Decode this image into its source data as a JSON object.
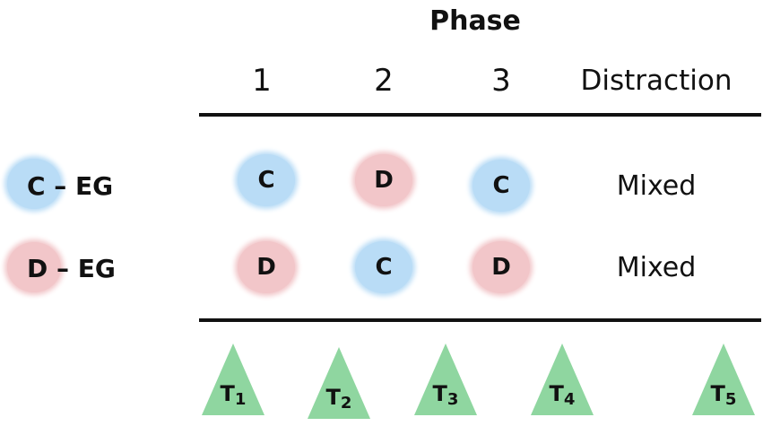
{
  "header": {
    "title": "Phase",
    "columns": [
      "1",
      "2",
      "3",
      "Distraction"
    ]
  },
  "rows": [
    {
      "group": "C – EG",
      "group_color": "#b9dcf6",
      "cells": [
        {
          "label": "C",
          "color": "#b9dcf6"
        },
        {
          "label": "D",
          "color": "#f2c6c9"
        },
        {
          "label": "C",
          "color": "#b9dcf6"
        }
      ],
      "distraction": "Mixed"
    },
    {
      "group": "D – EG",
      "group_color": "#f2c6c9",
      "cells": [
        {
          "label": "D",
          "color": "#f2c6c9"
        },
        {
          "label": "C",
          "color": "#b9dcf6"
        },
        {
          "label": "D",
          "color": "#f2c6c9"
        }
      ],
      "distraction": "Mixed"
    }
  ],
  "timepoints": {
    "color": "#8fd6a0",
    "items": [
      {
        "letter": "T",
        "index": "1"
      },
      {
        "letter": "T",
        "index": "2"
      },
      {
        "letter": "T",
        "index": "3"
      },
      {
        "letter": "T",
        "index": "4"
      },
      {
        "letter": "T",
        "index": "5"
      }
    ]
  }
}
